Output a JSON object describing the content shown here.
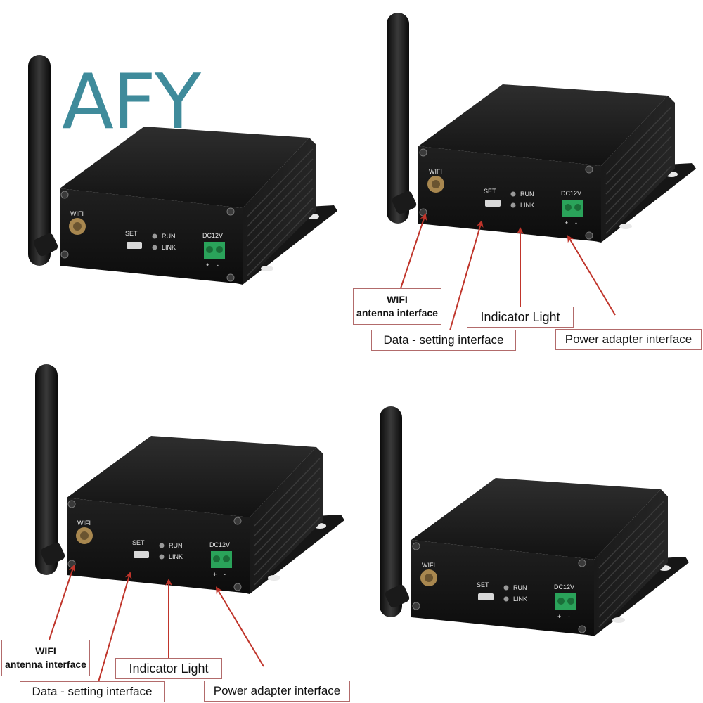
{
  "brand": {
    "logo_text": "AFY",
    "color": "#3f8b9b"
  },
  "device": {
    "antenna_label": "WIFI",
    "set_label": "SET",
    "run_label": "RUN",
    "link_label": "LINK",
    "power_label": "DC12V",
    "plus_label": "+",
    "minus_label": "-",
    "body_color": "#151515",
    "terminal_color": "#2aa35a"
  },
  "callouts": {
    "wifi_line1": "WIFI",
    "wifi_line2": "antenna interface",
    "data_setting": "Data - setting interface",
    "indicator_light": "Indicator Light",
    "power_adapter": "Power adapter interface",
    "arrow_color": "#c0352b"
  }
}
